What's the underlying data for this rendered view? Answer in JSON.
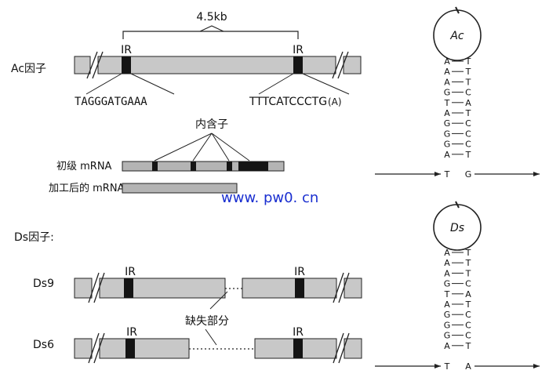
{
  "ac": {
    "label": "Ac因子",
    "size": "4.5kb",
    "ir_left": "IR",
    "ir_right": "IR",
    "seq_left": "TAGGGATGAAA",
    "seq_right": "TTTCATCCCTG",
    "seq_right_tail": "(A)"
  },
  "intron_label": "内含子",
  "mrna": {
    "primary": "初级 mRNA",
    "processed": "加工后的 mRNA"
  },
  "watermark": "www. pw0. cn",
  "ds": {
    "label": "Ds因子:",
    "ds9": {
      "label": "Ds9",
      "ir_left": "IR",
      "ir_right": "IR"
    },
    "ds6": {
      "label": "Ds6",
      "ir_left": "IR",
      "ir_right": "IR"
    },
    "deletion_label": "缺失部分"
  },
  "hairpins": [
    {
      "loop_label": "Ac",
      "pairs": [
        [
          "A",
          "T"
        ],
        [
          "A",
          "T"
        ],
        [
          "A",
          "T"
        ],
        [
          "G",
          "C"
        ],
        [
          "T",
          "A"
        ],
        [
          "A",
          "T"
        ],
        [
          "G",
          "C"
        ],
        [
          "G",
          "C"
        ],
        [
          "G",
          "C"
        ],
        [
          "A",
          "T"
        ]
      ],
      "tail_left": "T",
      "tail_right": "G"
    },
    {
      "loop_label": "Ds",
      "pairs": [
        [
          "A",
          "T"
        ],
        [
          "A",
          "T"
        ],
        [
          "A",
          "T"
        ],
        [
          "G",
          "C"
        ],
        [
          "T",
          "A"
        ],
        [
          "A",
          "T"
        ],
        [
          "G",
          "C"
        ],
        [
          "G",
          "C"
        ],
        [
          "G",
          "C"
        ],
        [
          "A",
          "T"
        ]
      ],
      "tail_left": "T",
      "tail_right": "A"
    }
  ],
  "colors": {
    "gene_bar": "#c8c8c8",
    "ir_block": "#141414",
    "mrna_bar": "#b4b4b4",
    "watermark": "#1a2fd0"
  }
}
